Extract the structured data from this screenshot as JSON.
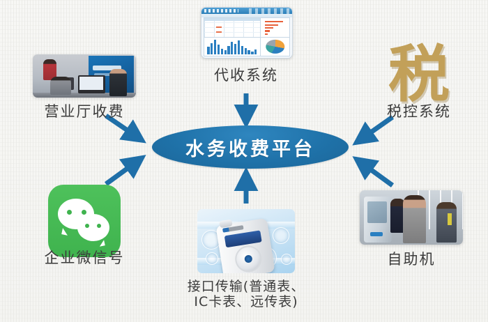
{
  "diagram": {
    "title": "水务收费平台",
    "hub": {
      "label": "水务收费平台",
      "fill_color": "#1f72a9",
      "text_color": "#ffffff"
    },
    "background_color": "#f6f6f4",
    "arrow_color": "#1f6fa8",
    "label_color": "#3b3b3b",
    "nodes": [
      {
        "id": "business-hall",
        "label": "营业厅收费",
        "media": "office-photo",
        "position": "top-left"
      },
      {
        "id": "collection-system",
        "label": "代收系统",
        "media": "dashboard-screenshot",
        "position": "top-center"
      },
      {
        "id": "tax-control-system",
        "label": "税控系统",
        "media": "tax-character",
        "media_text": "税",
        "media_color": "#c2a059",
        "position": "top-right"
      },
      {
        "id": "enterprise-wechat",
        "label": "企业微信号",
        "media": "wechat-logo",
        "media_color": "#3fb34e",
        "position": "bottom-left"
      },
      {
        "id": "interface-transmission",
        "label_line1": "接口传输(普通表、",
        "label_line2": "IC卡表、远传表)",
        "media": "water-meter-photo",
        "position": "bottom-center"
      },
      {
        "id": "self-service-kiosk",
        "label": "自助机",
        "media": "kiosk-photo",
        "position": "bottom-right"
      }
    ],
    "arrows": [
      {
        "from": "business-hall",
        "to": "hub",
        "direction": "down-right"
      },
      {
        "from": "collection-system",
        "to": "hub",
        "direction": "down"
      },
      {
        "from": "tax-control-system",
        "to": "hub",
        "direction": "down-left"
      },
      {
        "from": "enterprise-wechat",
        "to": "hub",
        "direction": "up-right"
      },
      {
        "from": "interface-transmission",
        "to": "hub",
        "direction": "up"
      },
      {
        "from": "self-service-kiosk",
        "to": "hub",
        "direction": "up-left"
      }
    ]
  }
}
